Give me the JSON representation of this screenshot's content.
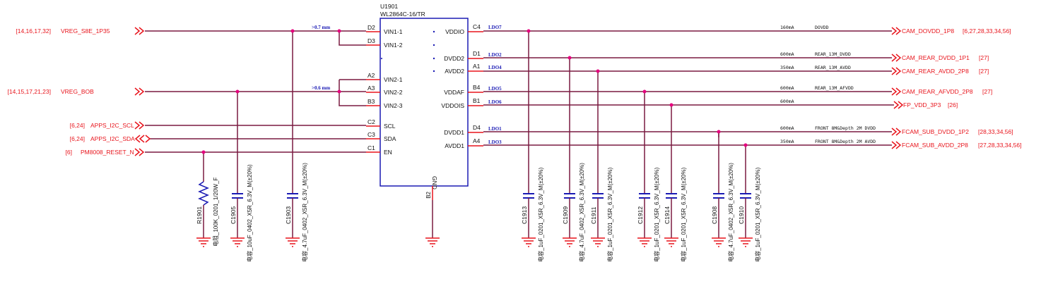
{
  "colors": {
    "wire": "#7a1a40",
    "red": "#e8141c",
    "blue": "#1a1ab4",
    "black": "#111111"
  },
  "chip": {
    "ref": "U1901",
    "part": "WL2864C-16/TR",
    "gnd_label": "GND",
    "gnd_pin": "B2",
    "left_pins": [
      {
        "ball": "D2",
        "name": "VIN1-1"
      },
      {
        "ball": "D3",
        "name": "VIN1-2"
      },
      {
        "ball": "A2",
        "name": "VIN2-1"
      },
      {
        "ball": "A3",
        "name": "VIN2-2"
      },
      {
        "ball": "B3",
        "name": "VIN2-3"
      },
      {
        "ball": "C2",
        "name": "SCL"
      },
      {
        "ball": "C3",
        "name": "SDA"
      },
      {
        "ball": "C1",
        "name": "EN"
      }
    ],
    "right_pins": [
      {
        "ball": "C4",
        "name": "VDDIO",
        "ldo": "LDO7"
      },
      {
        "ball": "D1",
        "name": "DVDD2",
        "ldo": "LDO2"
      },
      {
        "ball": "A1",
        "name": "AVDD2",
        "ldo": "LDO4"
      },
      {
        "ball": "B4",
        "name": "VDDAF",
        "ldo": "LDO5"
      },
      {
        "ball": "B1",
        "name": "VDDOIS",
        "ldo": "LDO6"
      },
      {
        "ball": "D4",
        "name": "DVDD1",
        "ldo": "LDO1"
      },
      {
        "ball": "A4",
        "name": "AVDD1",
        "ldo": "LDO3"
      }
    ]
  },
  "inputs": [
    {
      "refs": "[14,16,17,32]",
      "net": "VREG_S8E_1P35",
      "current": ">0.7 mm"
    },
    {
      "refs": "[14,15,17,21,23]",
      "net": "VREG_BOB",
      "current": ">0.6 mm"
    },
    {
      "refs": "[6,24]",
      "net": "APPS_I2C_SCL"
    },
    {
      "refs": "[6,24]",
      "net": "APPS_I2C_SDA"
    },
    {
      "refs": "[6]",
      "net": "PM8008_RESET_N"
    }
  ],
  "outputs": [
    {
      "current": "160mA",
      "desc": "DOVDD",
      "net": "CAM_DOVDD_1P8",
      "refs": "[6,27,28,33,34,56]"
    },
    {
      "current": "600mA",
      "desc": "REAR_13M_DVDD",
      "net": "CAM_REAR_DVDD_1P1",
      "refs": "[27]"
    },
    {
      "current": "350mA",
      "desc": "REAR_13M_AVDD",
      "net": "CAM_REAR_AVDD_2P8",
      "refs": "[27]"
    },
    {
      "current": "600mA",
      "desc": "REAR_13M_AFVDD",
      "net": "CAM_REAR_AFVDD_2P8",
      "refs": "[27]"
    },
    {
      "current": "600mA",
      "desc": "",
      "net": "FP_VDD_3P3",
      "refs": "[26]"
    },
    {
      "current": "600mA",
      "desc": "FRONT 8M&Depth 2M  DVDD",
      "net": "FCAM_SUB_DVDD_1P2",
      "refs": "[28,33,34,56]"
    },
    {
      "current": "350mA",
      "desc": "FRONT 8M&Depth 2M  AVDD",
      "net": "FCAM_SUB_AVDD_2P8",
      "refs": "[27,28,33,34,56]"
    }
  ],
  "components": [
    {
      "ref": "R1901",
      "value": "电阻_100K_0201_1/20W_F"
    },
    {
      "ref": "C1905",
      "value": "电容_10uF_0402_X5R_6.3V_M(±20%)"
    },
    {
      "ref": "C1903",
      "value": "电容_4.7uF_0402_X5R_6.3V_M(±20%)"
    },
    {
      "ref": "C1913",
      "value": "电容_1uF_0201_X5R_6.3V_M(±20%)"
    },
    {
      "ref": "C1909",
      "value": "电容_4.7uF_0402_X5R_6.3V_M(±20%)"
    },
    {
      "ref": "C1911",
      "value": "电容_1uF_0201_X5R_6.3V_M(±20%)"
    },
    {
      "ref": "C1912",
      "value": "电容_1uF_0201_X5R_6.3V_M(±20%)"
    },
    {
      "ref": "C1914",
      "value": "电容_1uF_0201_X5R_6.3V_M(±20%)"
    },
    {
      "ref": "C1908",
      "value": "电容_4.7uF_0402_X5R_6.3V_M(±20%)"
    },
    {
      "ref": "C1910",
      "value": "电容_1uF_0201_X5R_6.3V_M(±20%)"
    }
  ]
}
